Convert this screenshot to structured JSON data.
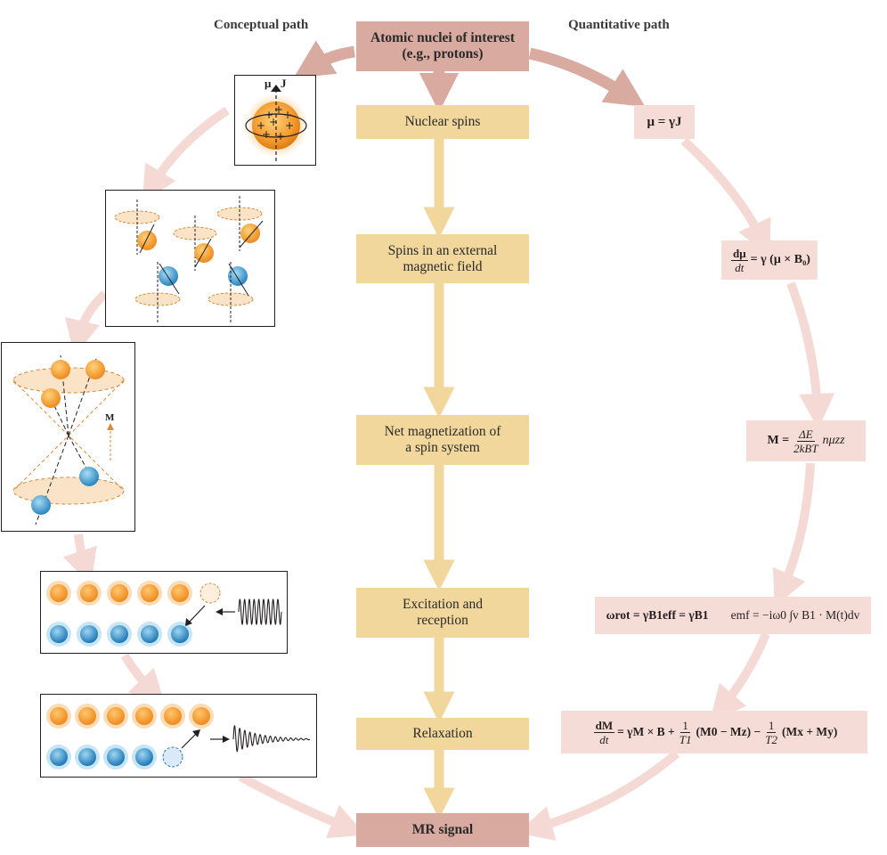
{
  "headers": {
    "conceptual": "Conceptual path",
    "quantitative": "Quantitative path"
  },
  "flow": {
    "top": [
      "Atomic nuclei of interest",
      "(e.g., protons)"
    ],
    "steps": [
      {
        "line1": "Nuclear spins",
        "line2": ""
      },
      {
        "line1": "Spins in an external",
        "line2": "magnetic field"
      },
      {
        "line1": "Net magnetization of",
        "line2": "a spin system"
      },
      {
        "line1": "Excitation and",
        "line2": "reception"
      },
      {
        "line1": "Relaxation",
        "line2": ""
      }
    ],
    "bottom": "MR signal"
  },
  "equations": {
    "eq1": "μ = γJ",
    "eq2": {
      "num": "dμ",
      "den": "dt",
      "rhs": "= γ (μ × B₀)"
    },
    "eq3": {
      "lhs": "M =",
      "num": "ΔE",
      "den": "2kBT",
      "rhs": "nμzz"
    },
    "eq4": {
      "left": "ωrot = γB1eff = γB1",
      "right": "emf = −iω0 ∫v B1 · M(t)dv"
    },
    "eq5": {
      "num": "dM",
      "den": "dt",
      "t1": "= γM × B +",
      "one": "1",
      "T1": "T1",
      "p1": "(M0 − Mz) −",
      "T2": "T2",
      "p2": "(Mx + My)"
    }
  },
  "panels": {
    "nuclear_spin_labels": {
      "mu": "μ",
      "j": "J"
    },
    "cone_label": "M"
  },
  "colors": {
    "orange": "#f29a2e",
    "blue": "#3b97cb",
    "arrow_pink": "#f4d9d4",
    "arrow_top": "#d9aaa0",
    "step_fill": "#f1d79c"
  }
}
